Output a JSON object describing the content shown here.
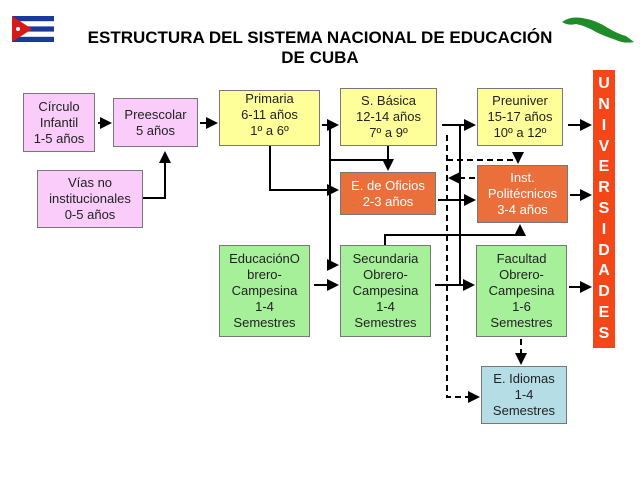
{
  "title_line1": "ESTRUCTURA DEL SISTEMA NACIONAL DE EDUCACIÓN",
  "title_line2": "DE CUBA",
  "boxes": {
    "circulo": [
      "Círculo",
      "Infantil",
      "1-5 años"
    ],
    "preescolar": [
      "Preescolar",
      "5 años"
    ],
    "vias": [
      "Vías no",
      "institucionales",
      "0-5 años"
    ],
    "primaria": [
      "Primaria",
      "6-11 años",
      "1º a 6º"
    ],
    "basica": [
      "S. Básica",
      "12-14 años",
      "7º a 9º"
    ],
    "preuniver": [
      "Preuniver",
      "15-17 años",
      "10º a 12º"
    ],
    "oficios": [
      "E. de Oficios",
      "2-3 años"
    ],
    "politecnicos": [
      "Inst.",
      "Politécnicos",
      "3-4 años"
    ],
    "eoc": [
      "EducaciónO",
      "brero-",
      "Campesina",
      "1-4",
      "Semestres"
    ],
    "soc": [
      "Secundaria",
      "Obrero-",
      "Campesina",
      "1-4",
      "Semestres"
    ],
    "foc": [
      "Facultad",
      "Obrero-",
      "Campesina",
      "1-6",
      "Semestres"
    ],
    "idiomas": [
      "E. Idiomas",
      "1-4",
      "Semestres"
    ]
  },
  "universidades": [
    "U",
    "N",
    "I",
    "V",
    "E",
    "R",
    "S",
    "I",
    "D",
    "A",
    "D",
    "E",
    "S"
  ],
  "colors": {
    "pink": "#f9ccf9",
    "yellow": "#ffff99",
    "orange": "#ea6f3a",
    "green": "#a6f09a",
    "blue": "#b5dde6",
    "univ": "#f5461a"
  }
}
